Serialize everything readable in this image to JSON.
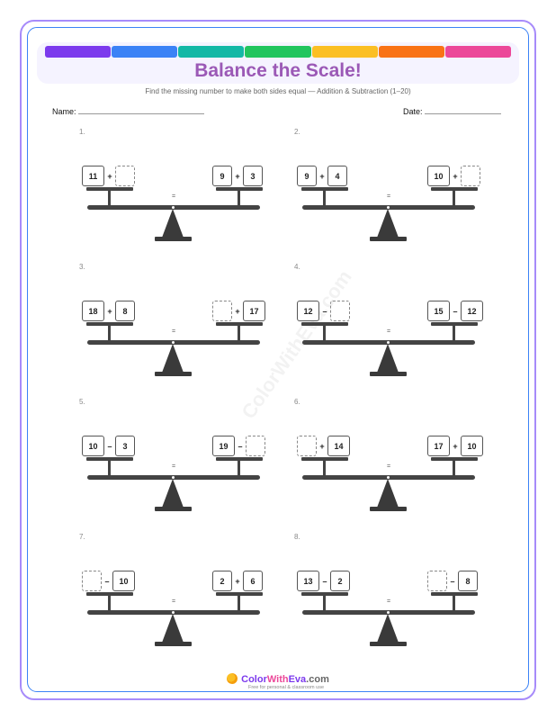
{
  "header": {
    "title": "Balance the Scale!",
    "subtitle": "Find the missing number to make both sides equal — Addition & Subtraction (1–20)",
    "name_label": "Name:",
    "date_label": "Date:",
    "color_strip": [
      "#7c3aed",
      "#3b82f6",
      "#14b8a6",
      "#22c55e",
      "#fbbf24",
      "#f97316",
      "#ec4899"
    ]
  },
  "colors": {
    "outer_border": "#a78bfa",
    "inner_border": "#3b82f6",
    "header_bg": "#f5f3ff",
    "title": "#9b59b6",
    "scale": "#444444"
  },
  "watermark": "ColorWithEva.com",
  "problems": [
    {
      "number": "1.",
      "equals": "=",
      "left": {
        "a": "11",
        "op": "+",
        "b": ""
      },
      "right": {
        "a": "9",
        "op": "+",
        "b": "3"
      }
    },
    {
      "number": "2.",
      "equals": "=",
      "left": {
        "a": "9",
        "op": "+",
        "b": "4"
      },
      "right": {
        "a": "10",
        "op": "+",
        "b": ""
      }
    },
    {
      "number": "3.",
      "equals": "=",
      "left": {
        "a": "18",
        "op": "+",
        "b": "8"
      },
      "right": {
        "a": "",
        "op": "+",
        "b": "17"
      }
    },
    {
      "number": "4.",
      "equals": "=",
      "left": {
        "a": "12",
        "op": "–",
        "b": ""
      },
      "right": {
        "a": "15",
        "op": "–",
        "b": "12"
      }
    },
    {
      "number": "5.",
      "equals": "=",
      "left": {
        "a": "10",
        "op": "–",
        "b": "3"
      },
      "right": {
        "a": "19",
        "op": "–",
        "b": ""
      }
    },
    {
      "number": "6.",
      "equals": "=",
      "left": {
        "a": "",
        "op": "+",
        "b": "14"
      },
      "right": {
        "a": "17",
        "op": "+",
        "b": "10"
      }
    },
    {
      "number": "7.",
      "equals": "=",
      "left": {
        "a": "",
        "op": "–",
        "b": "10"
      },
      "right": {
        "a": "2",
        "op": "+",
        "b": "6"
      }
    },
    {
      "number": "8.",
      "equals": "=",
      "left": {
        "a": "13",
        "op": "–",
        "b": "2"
      },
      "right": {
        "a": "",
        "op": "–",
        "b": "8"
      }
    }
  ],
  "footer": {
    "brand_part1": "Color",
    "brand_part2": "With",
    "brand_part3": "Eva",
    "brand_part4": ".com",
    "tagline": "Free for personal & classroom use",
    "logo_icon": "palette-icon"
  }
}
